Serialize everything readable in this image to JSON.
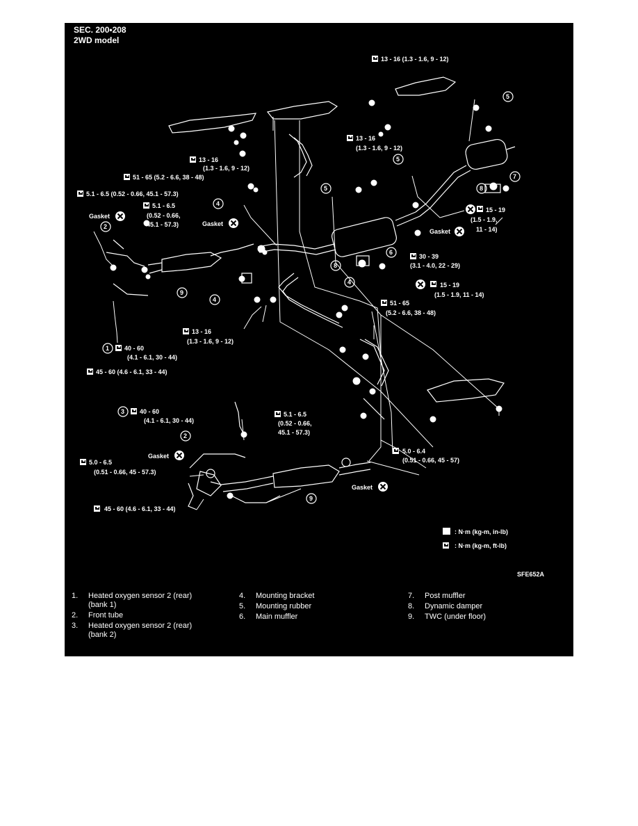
{
  "header": {
    "section": "SEC. 200•208",
    "model": "2WD model"
  },
  "torque_labels": {
    "t1": "13 - 16 (1.3 - 1.6, 9 - 12)",
    "t2a": "13 - 16",
    "t2b": "(1.3 - 1.6, 9 - 12)",
    "t3a": "13 - 16",
    "t3b": "(1.3 - 1.6, 9 - 12)",
    "t4": "51 - 65 (5.2 - 6.6, 38 - 48)",
    "t5": "5.1 - 6.5 (0.52 - 0.66, 45.1 - 57.3)",
    "t6a": "5.1 - 6.5",
    "t6b": "(0.52 - 0.66,",
    "t6c": "45.1 - 57.3)",
    "t7a": "15 - 19",
    "t7b": "(1.5 - 1.9,",
    "t7c": "11 - 14)",
    "t8a": "30 - 39",
    "t8b": "(3.1 - 4.0, 22 - 29)",
    "t9a": "15 - 19",
    "t9b": "(1.5 - 1.9, 11 - 14)",
    "t10a": "51 - 65",
    "t10b": "(5.2 - 6.6, 38 - 48)",
    "t11a": "13 - 16",
    "t11b": "(1.3 - 1.6, 9 - 12)",
    "t12a": "40 - 60",
    "t12b": "(4.1 - 6.1, 30 - 44)",
    "t13": "45 - 60 (4.6 - 6.1, 33 - 44)",
    "t14a": "40 - 60",
    "t14b": "(4.1 - 6.1, 30 - 44)",
    "t15a": "5.1 - 6.5",
    "t15b": "(0.52 - 0.66,",
    "t15c": "45.1 - 57.3)",
    "t16a": "5.0 - 6.5",
    "t16b": "(0.51 - 0.66, 45 - 57.3)",
    "t17a": "5.0 - 6.4",
    "t17b": "(0.51 - 0.66, 45 - 57)",
    "t18": "45 - 60 (4.6 - 6.1, 33 - 44)"
  },
  "gasket_label": "Gasket",
  "callouts": [
    "1",
    "2",
    "3",
    "4",
    "5",
    "6",
    "7",
    "8",
    "9"
  ],
  "units": {
    "inlb": ": N·m (kg-m, in-lb)",
    "ftlb": ": N·m (kg-m, ft-lb)"
  },
  "figure_code": "SFE652A",
  "legend": [
    {
      "num": "1.",
      "text": "Heated oxygen sensor 2 (rear)\n(bank 1)"
    },
    {
      "num": "2.",
      "text": "Front tube"
    },
    {
      "num": "3.",
      "text": "Heated oxygen sensor 2 (rear)\n(bank 2)"
    },
    {
      "num": "4.",
      "text": "Mounting bracket"
    },
    {
      "num": "5.",
      "text": "Mounting rubber"
    },
    {
      "num": "6.",
      "text": "Main muffler"
    },
    {
      "num": "7.",
      "text": "Post muffler"
    },
    {
      "num": "8.",
      "text": "Dynamic damper"
    },
    {
      "num": "9.",
      "text": "TWC (under floor)"
    }
  ],
  "colors": {
    "panel": "#000000",
    "ink": "#ffffff",
    "page": "#ffffff"
  }
}
